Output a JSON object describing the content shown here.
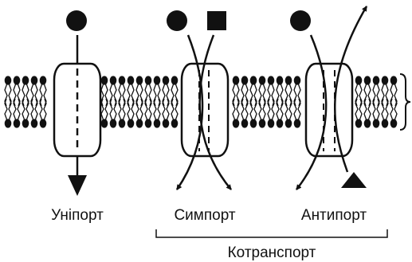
{
  "labels": {
    "uniport": "Уніпорт",
    "symport": "Симпорт",
    "antiport": "Антипорт",
    "cotransport": "Котранспорт"
  },
  "colors": {
    "ink": "#111111",
    "background": "#ffffff"
  },
  "shapes": {
    "uniport": [
      "circle"
    ],
    "symport": [
      "circle",
      "square"
    ],
    "antiport": [
      "circle",
      "triangle"
    ]
  }
}
